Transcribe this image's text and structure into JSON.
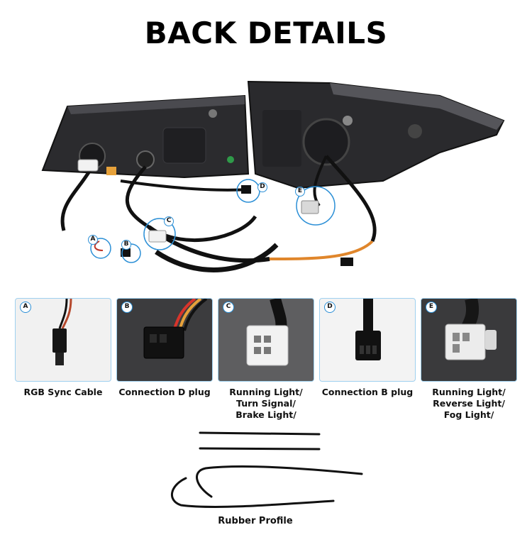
{
  "title": "BACK DETAILS",
  "hero": {
    "callouts": [
      "A",
      "B",
      "C",
      "D",
      "E"
    ]
  },
  "panels": [
    {
      "tag": "A",
      "caption": "RGB Sync Cable"
    },
    {
      "tag": "B",
      "caption": "Connection D plug"
    },
    {
      "tag": "C",
      "caption_lines": [
        "Running Light/",
        "Turn Signal/",
        "Brake Light/"
      ]
    },
    {
      "tag": "D",
      "caption": "Connection B plug"
    },
    {
      "tag": "E",
      "caption_lines": [
        "Running Light/",
        "Reverse Light/",
        "Fog Light/"
      ]
    }
  ],
  "rubber": {
    "caption": "Rubber Profile"
  },
  "colors": {
    "accent": "#2b8fd6",
    "panel_border": "#9fd0ef",
    "wire_orange": "#e0862b"
  }
}
